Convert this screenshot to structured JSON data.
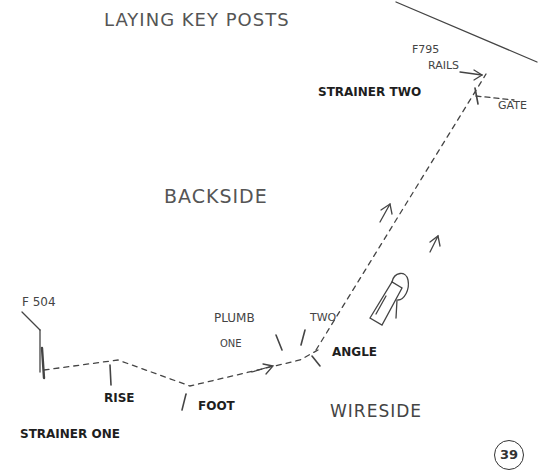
{
  "diagram": {
    "title": "LAYING KEY POSTS",
    "nodes": [
      {
        "text": [
          "39"
        ]
      }
    ],
    "labels": [
      "F795",
      "RAILS",
      "STRAINER TWO",
      "GATE",
      "BACKSIDE",
      "F 504",
      "PLUMB",
      "TWO",
      "ONE",
      "ANGLE",
      "RISE",
      "FOOT",
      "WIRESIDE",
      "STRAINER ONE"
    ]
  }
}
